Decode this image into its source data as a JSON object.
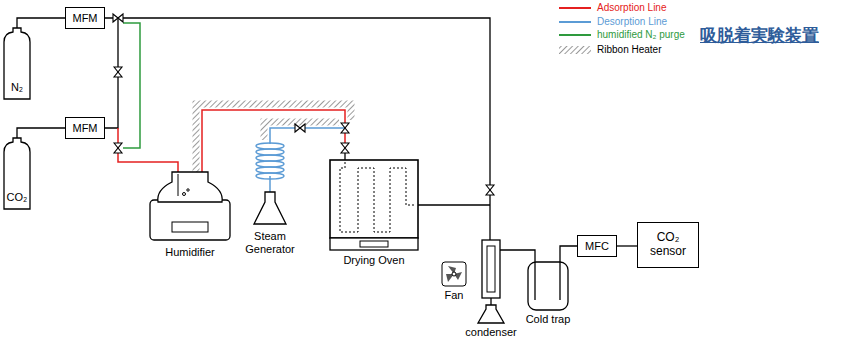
{
  "diagram": {
    "title": "吸脱着実験装置",
    "nodes": [
      {
        "text": [
          "N₂"
        ]
      },
      {
        "text": [
          "CO₂"
        ]
      },
      {
        "text": [
          "MFM"
        ]
      },
      {
        "text": [
          "MFM"
        ]
      },
      {
        "text": [
          "MFC"
        ]
      },
      {
        "text": [
          "CO₂ sensor"
        ]
      }
    ],
    "edges": [
      {
        "from": 0,
        "to": 2,
        "arrow": "none"
      },
      {
        "from": 1,
        "to": 3,
        "arrow": "none"
      },
      {
        "from": 4,
        "to": 5,
        "arrow": "none"
      }
    ],
    "labels": [
      "Humidifier",
      "Steam Generator",
      "Drying Oven",
      "Fan",
      "condenser",
      "Cold trap"
    ],
    "legend": [
      {
        "text": "Adsorption Line"
      },
      {
        "text": "Desorption Line"
      },
      {
        "text": "humidified N₂ purge"
      },
      {
        "text": "Ribbon Heater"
      }
    ]
  }
}
